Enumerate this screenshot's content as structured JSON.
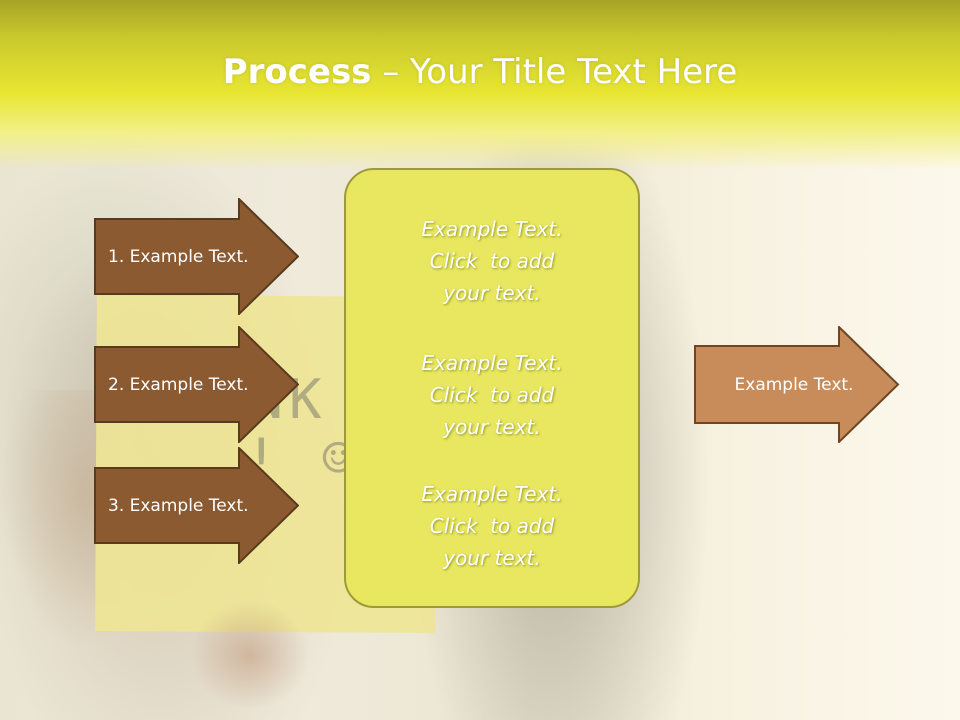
{
  "title": {
    "bold": "Process",
    "rest": " – Your Title Text Here"
  },
  "background": {
    "note_scribble_line1": "THANK",
    "note_scribble_line2": "! ☺"
  },
  "arrows_left": [
    {
      "label": "1. Example Text."
    },
    {
      "label": "2. Example Text."
    },
    {
      "label": "3. Example Text."
    }
  ],
  "arrow_right": {
    "label": "Example Text."
  },
  "card_blocks": [
    {
      "line1": "Example Text.",
      "line2": "Click  to add",
      "line3": "your text."
    },
    {
      "line1": "Example Text.",
      "line2": "Click  to add",
      "line3": "your text."
    },
    {
      "line1": "Example Text.",
      "line2": "Click  to add",
      "line3": "your text."
    }
  ],
  "colors": {
    "header_yellow": "#e8e632",
    "arrow_brown": "#8c5a30",
    "arrow_tan": "#c88c5a",
    "card_fill": "#e8e75f",
    "card_border": "#9d9a3a"
  }
}
